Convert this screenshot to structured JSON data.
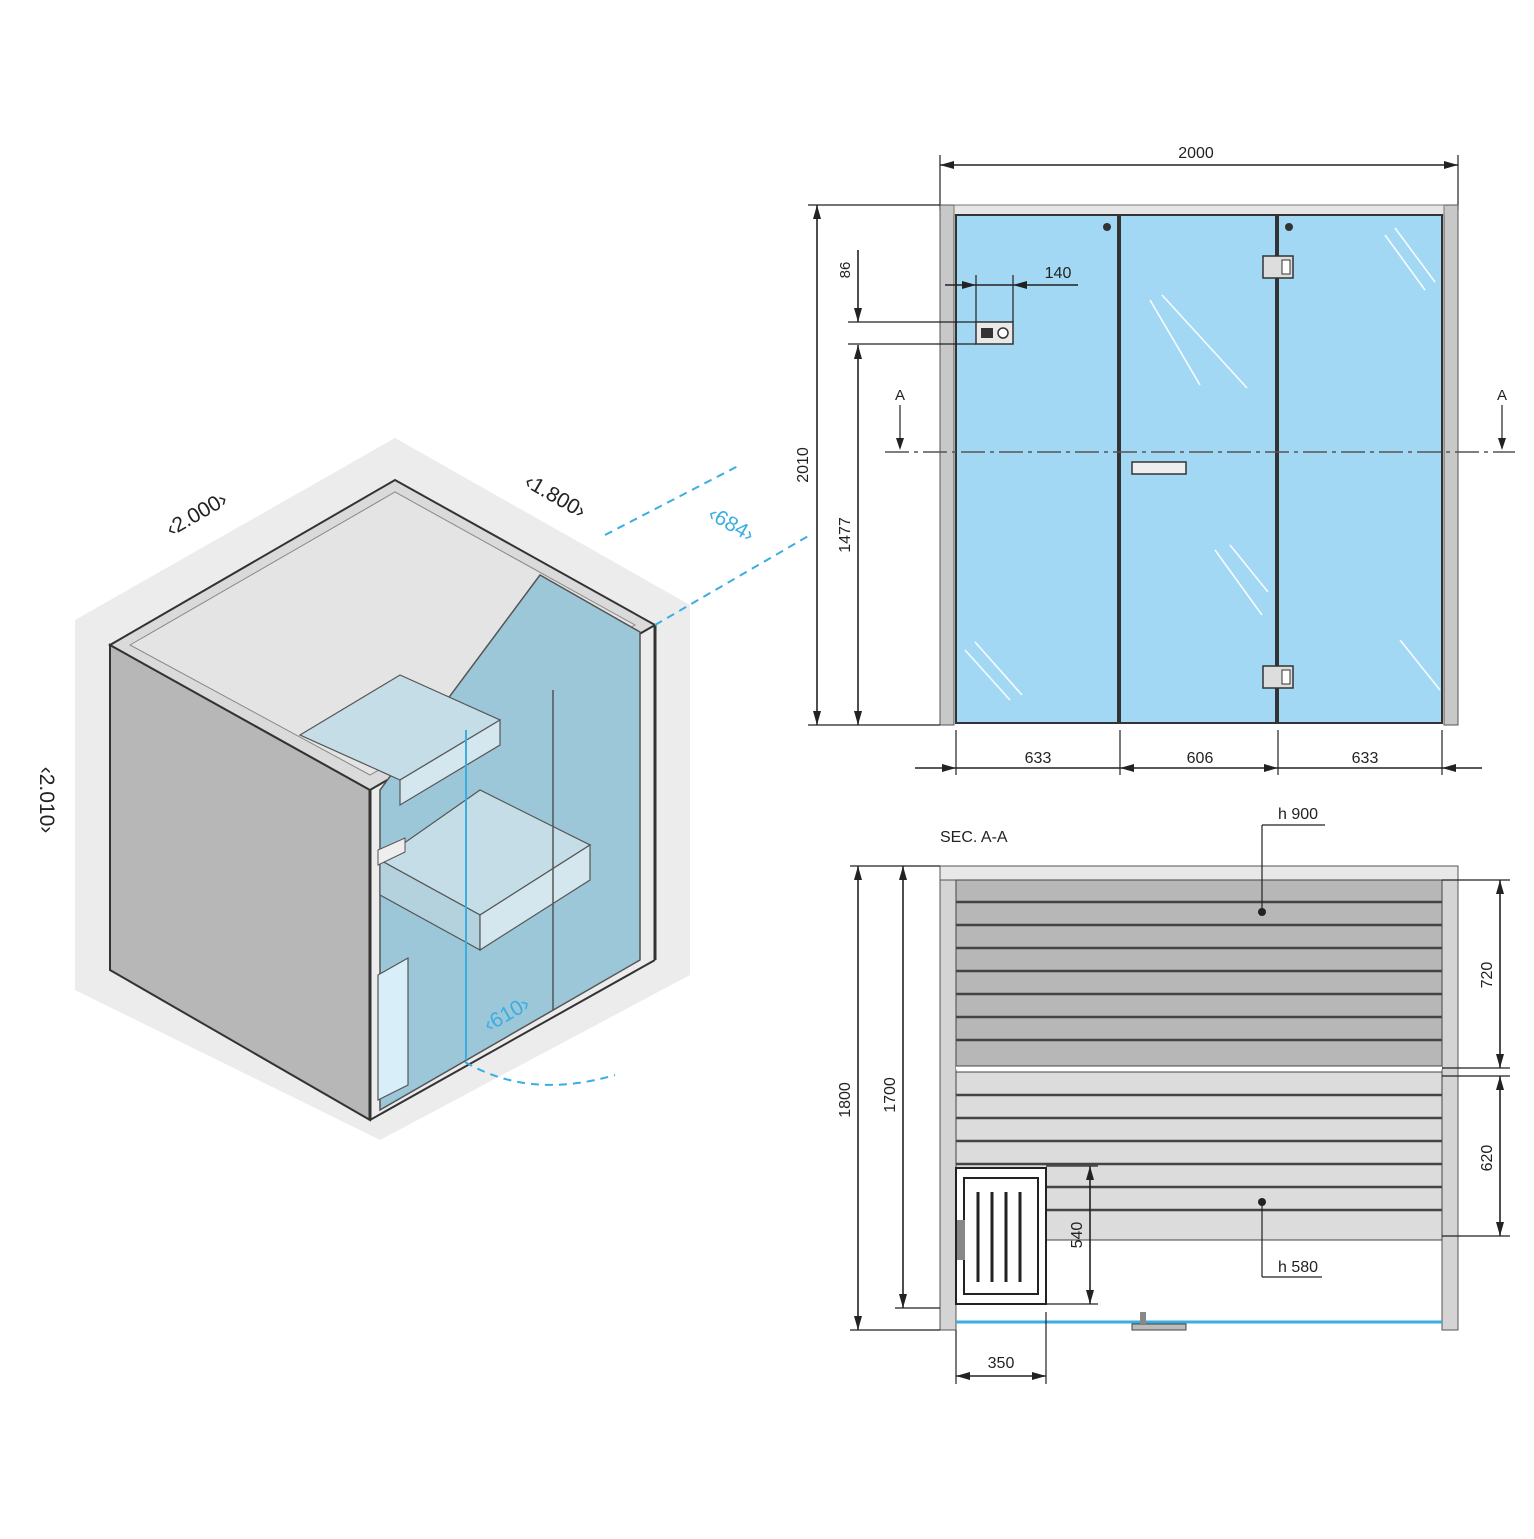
{
  "colors": {
    "glass": "#a3d8f5",
    "frame_gray": "#c8c8c8",
    "bench_dark": "#b7b7b7",
    "bench_light": "#dcdcdc",
    "iso_wall": "#b5b5b5",
    "iso_glass": "#9cc7d8",
    "accent_blue": "#3aaee0",
    "line": "#222222"
  },
  "iso": {
    "dim_width": "‹2.000›",
    "dim_depth": "‹1.800›",
    "dim_height": "‹2.010›",
    "dim_panel": "‹684›",
    "dim_door": "‹610›"
  },
  "front": {
    "overall_width": "2000",
    "overall_height": "2010",
    "control_offset": "140",
    "control_drop": "86",
    "section_height": "1477",
    "section_mark_left": "A",
    "section_mark_right": "A",
    "panel_left": "633",
    "panel_door": "606",
    "panel_right": "633"
  },
  "section": {
    "title": "SEC. A-A",
    "outer_height": "1800",
    "inner_height": "1700",
    "upper_bench_label": "h 900",
    "lower_bench_label": "h 580",
    "upper_depth": "720",
    "lower_depth": "620",
    "heater_height": "540",
    "heater_width": "350"
  }
}
